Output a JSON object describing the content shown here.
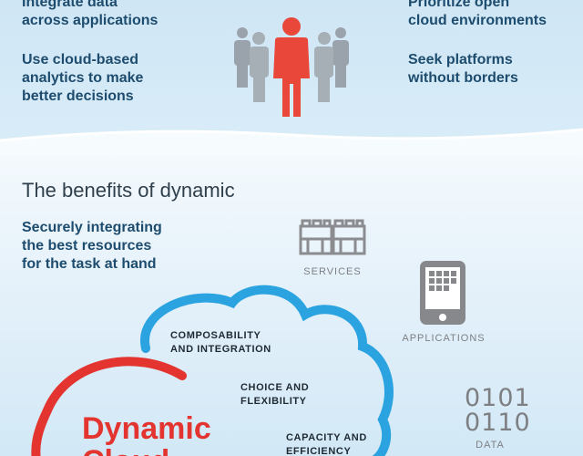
{
  "top": {
    "left_items": [
      "Integrate data across applications",
      "Use cloud-based analytics to make better decisions"
    ],
    "left_lines": [
      [
        "Integrate data",
        "across applications"
      ],
      [
        "Use cloud-based",
        "analytics to make",
        "better decisions"
      ]
    ],
    "right_lines": [
      [
        "Prioritize open",
        "cloud environments"
      ],
      [
        "Seek platforms",
        "without borders"
      ]
    ],
    "people_icon": "people-group-icon"
  },
  "benefits": {
    "heading": "The benefits of dynamic",
    "subtitle_lines": [
      "Securely integrating",
      "the best resources",
      "for the task at hand"
    ]
  },
  "icons": {
    "services_label": "SERVICES",
    "applications_label": "APPLICATIONS",
    "data_label": "DATA",
    "data_digits": [
      "0101",
      "0110"
    ]
  },
  "cloud": {
    "features": [
      [
        "COMPOSABILITY",
        "AND INTEGRATION"
      ],
      [
        "CHOICE AND",
        "FLEXIBILITY"
      ],
      [
        "CAPACITY AND",
        "EFFICIENCY"
      ]
    ],
    "title_lines": [
      "Dynamic",
      "Cloud"
    ]
  },
  "colors": {
    "heading_text": "#1d4c6e",
    "accent_red": "#e3342f",
    "accent_blue": "#2aa3e0",
    "icon_gray": "#7d7f82"
  }
}
